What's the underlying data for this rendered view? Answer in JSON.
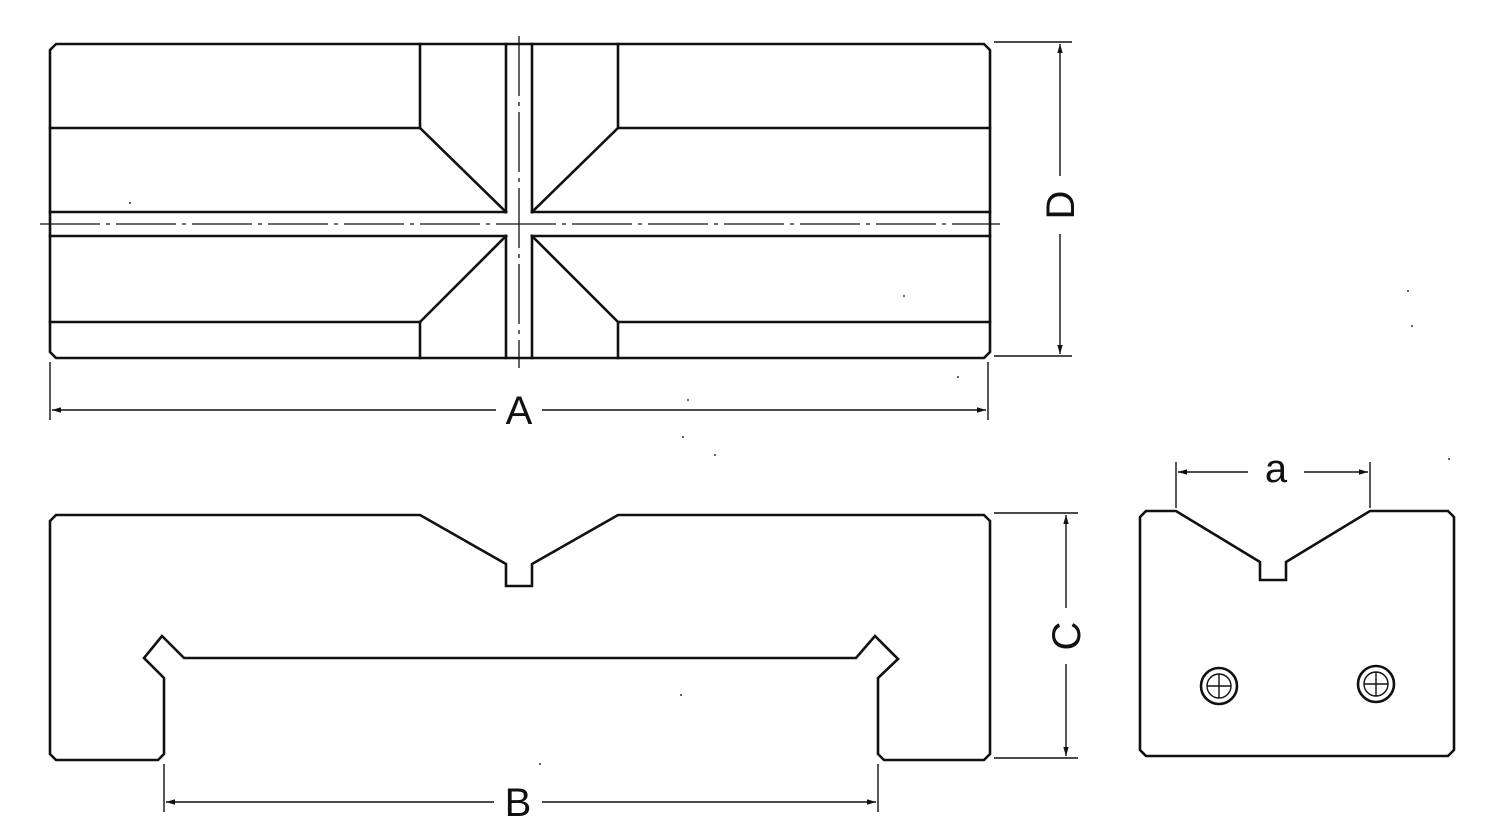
{
  "drawing": {
    "top_view": {
      "dimension_width_label": "A",
      "dimension_depth_label": "D"
    },
    "front_view": {
      "dimension_inner_label": "B",
      "dimension_height_label": "C"
    },
    "side_view": {
      "dimension_v_label": "a"
    }
  }
}
